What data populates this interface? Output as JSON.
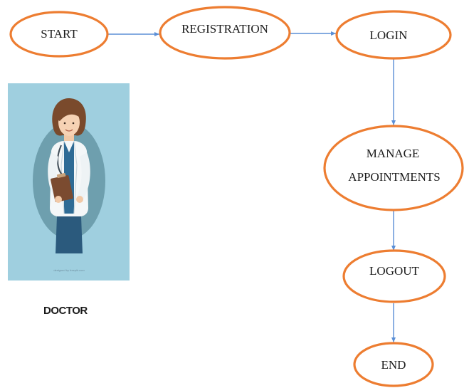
{
  "nodes": {
    "start": {
      "label": "START"
    },
    "registration": {
      "label": "REGISTRATION"
    },
    "login": {
      "label": "LOGIN"
    },
    "manage": {
      "label_line1": "MANAGE",
      "label_line2": "APPOINTMENTS"
    },
    "logout": {
      "label": "LOGOUT"
    },
    "end": {
      "label": "END"
    }
  },
  "actor": {
    "caption": "DOCTOR",
    "illustration": "doctor-illustration",
    "credit": "designed by freepik.com"
  },
  "colors": {
    "node_border": "#ed7d31",
    "edge": "#5b8fd6",
    "illustration_bg": "#9fcfdf"
  }
}
